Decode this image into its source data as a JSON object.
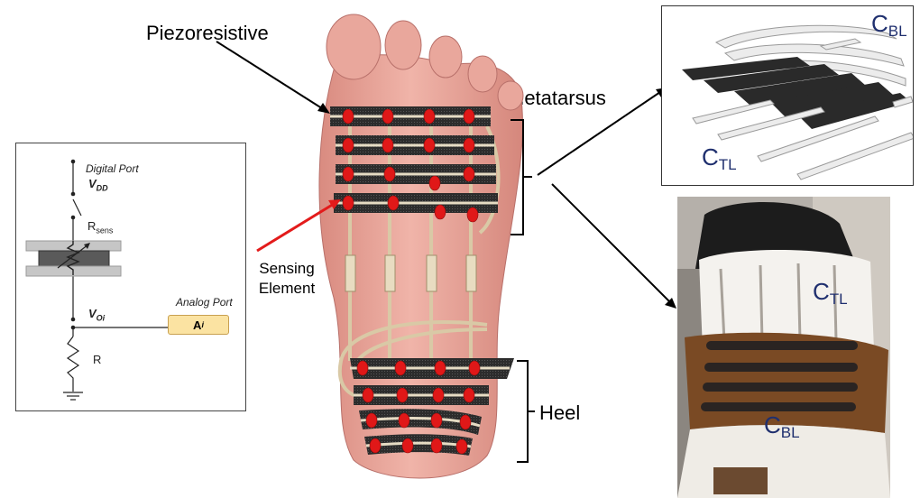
{
  "labels": {
    "piezoresistive": "Piezoresistive",
    "metatarsus": "Metatarsus",
    "heel": "Heel",
    "sensing_line1": "Sensing",
    "sensing_line2": "Element"
  },
  "circuit": {
    "digital_port": "Digital Port",
    "vdd_main": "V",
    "vdd_sub": "DD",
    "rsens_main": "R",
    "rsens_sub": "sens",
    "analog_port": "Analog Port",
    "voi_main": "V",
    "voi_sub": "Oi",
    "ai_main": "A",
    "ai_sub": "i",
    "r_label": "R"
  },
  "panel_top": {
    "cbl_main": "C",
    "cbl_sub": "BL",
    "ctl_main": "C",
    "ctl_sub": "TL"
  },
  "panel_photo": {
    "ctl_main": "C",
    "ctl_sub": "TL",
    "cbl_main": "C",
    "cbl_sub": "BL"
  },
  "colors": {
    "sensor_red": "#e01818",
    "strip_dark": "#2a2a2a",
    "foot_skin": "#e8a59a",
    "label_blue": "#1f2f6e",
    "arrow_red": "#e31b1b",
    "analog_fill": "#fbe3a2"
  }
}
